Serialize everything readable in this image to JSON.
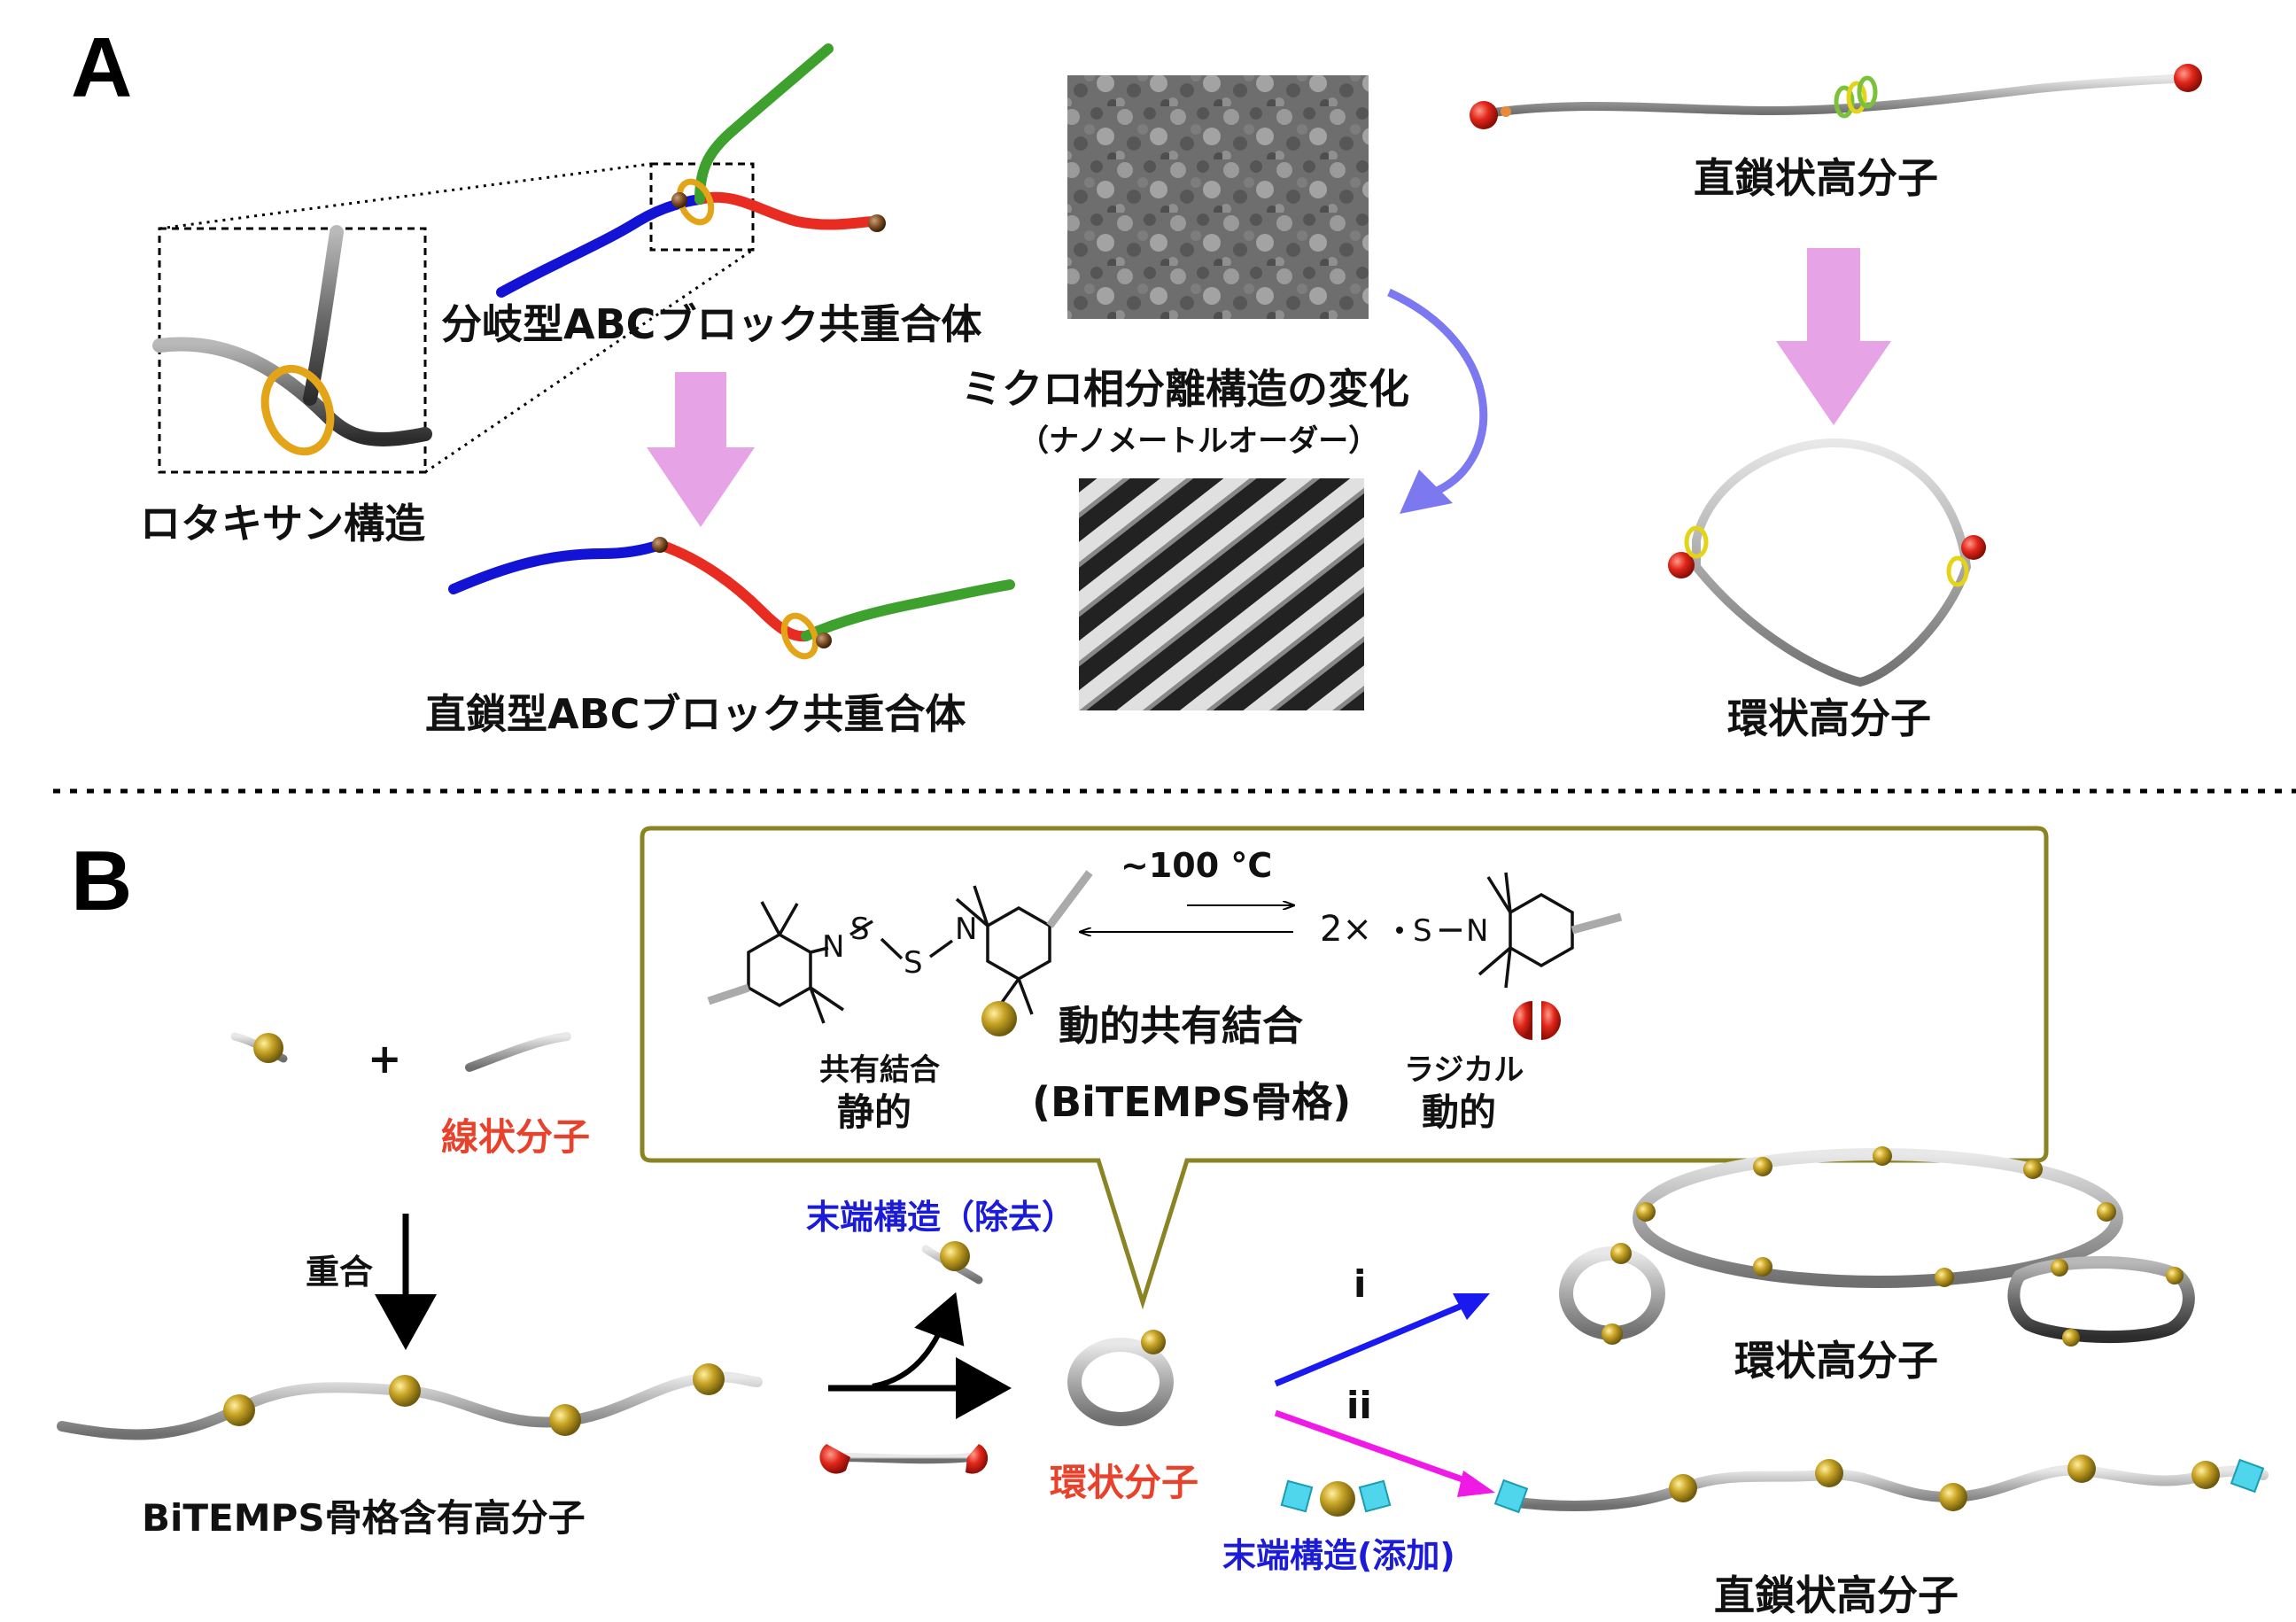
{
  "panel_a": {
    "letter": "A",
    "rotaxane_label": "ロタキサン構造",
    "branched_label": "分岐型ABCブロック共重合体",
    "linear_abc_label": "直鎖型ABCブロック共重合体",
    "micro_title": "ミクロ相分離構造の変化",
    "micro_sub": "（ナノメートルオーダー）",
    "linear_polymer_label": "直鎖状高分子",
    "cyclic_polymer_label": "環状高分子"
  },
  "panel_b": {
    "letter": "B",
    "plus": "+",
    "linear_molecule_label": "線状分子",
    "polymerization_label": "重合",
    "bitemps_polymer_label": "BiTEMPS骨格含有高分子",
    "end_removed_label": "末端構造（除去）",
    "cyclic_molecule_label": "環状分子",
    "end_added_label": "末端構造(添加)",
    "route_i": "i",
    "route_ii": "ii",
    "cyclic_polymer_label": "環状高分子",
    "linear_polymer_label": "直鎖状高分子",
    "callout": {
      "temperature": "~100 °C",
      "dynamic_covalent": "動的共有結合",
      "framework": "(BiTEMPS骨格)",
      "covalent_bond": "共有結合",
      "static": "静的",
      "radical": "ラジカル",
      "dynamic": "動的",
      "two_x": "2×",
      "atom_n": "N",
      "atom_s": "S"
    }
  },
  "colors": {
    "arrow_pink": "#e6a3e6",
    "arrow_purple": "#7b78f0",
    "route_blue": "#1a1af0",
    "route_magenta": "#f01ae6",
    "label_red": "#e8412c",
    "label_blue": "#1b1bd8",
    "callout_border": "#8a8424",
    "bead_gold": "#b8951f",
    "block_blue": "#1313d6",
    "block_red": "#e82c22",
    "block_green": "#3ea12e",
    "chain_gray": "#a9a9a9",
    "cube_cyan": "#4fd6ec"
  }
}
